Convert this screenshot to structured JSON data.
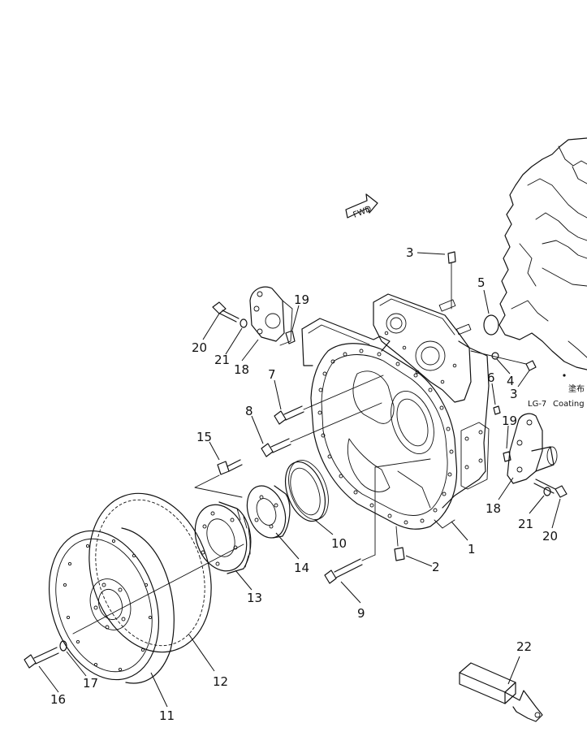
{
  "fwd_label": "FWD",
  "coating": {
    "cjk": "塗布",
    "code": "LG-7",
    "word": "Coating"
  },
  "labels": {
    "p1": "1",
    "p2": "2",
    "p3a": "3",
    "p3b": "3",
    "p4": "4",
    "p5": "5",
    "p6": "6",
    "p7": "7",
    "p8": "8",
    "p9": "9",
    "p10": "10",
    "p11": "11",
    "p12": "12",
    "p13": "13",
    "p14": "14",
    "p15": "15",
    "p16": "16",
    "p17": "17",
    "p18a": "18",
    "p18b": "18",
    "p19a": "19",
    "p19b": "19",
    "p20a": "20",
    "p20b": "20",
    "p21a": "21",
    "p21b": "21",
    "p22": "22"
  }
}
